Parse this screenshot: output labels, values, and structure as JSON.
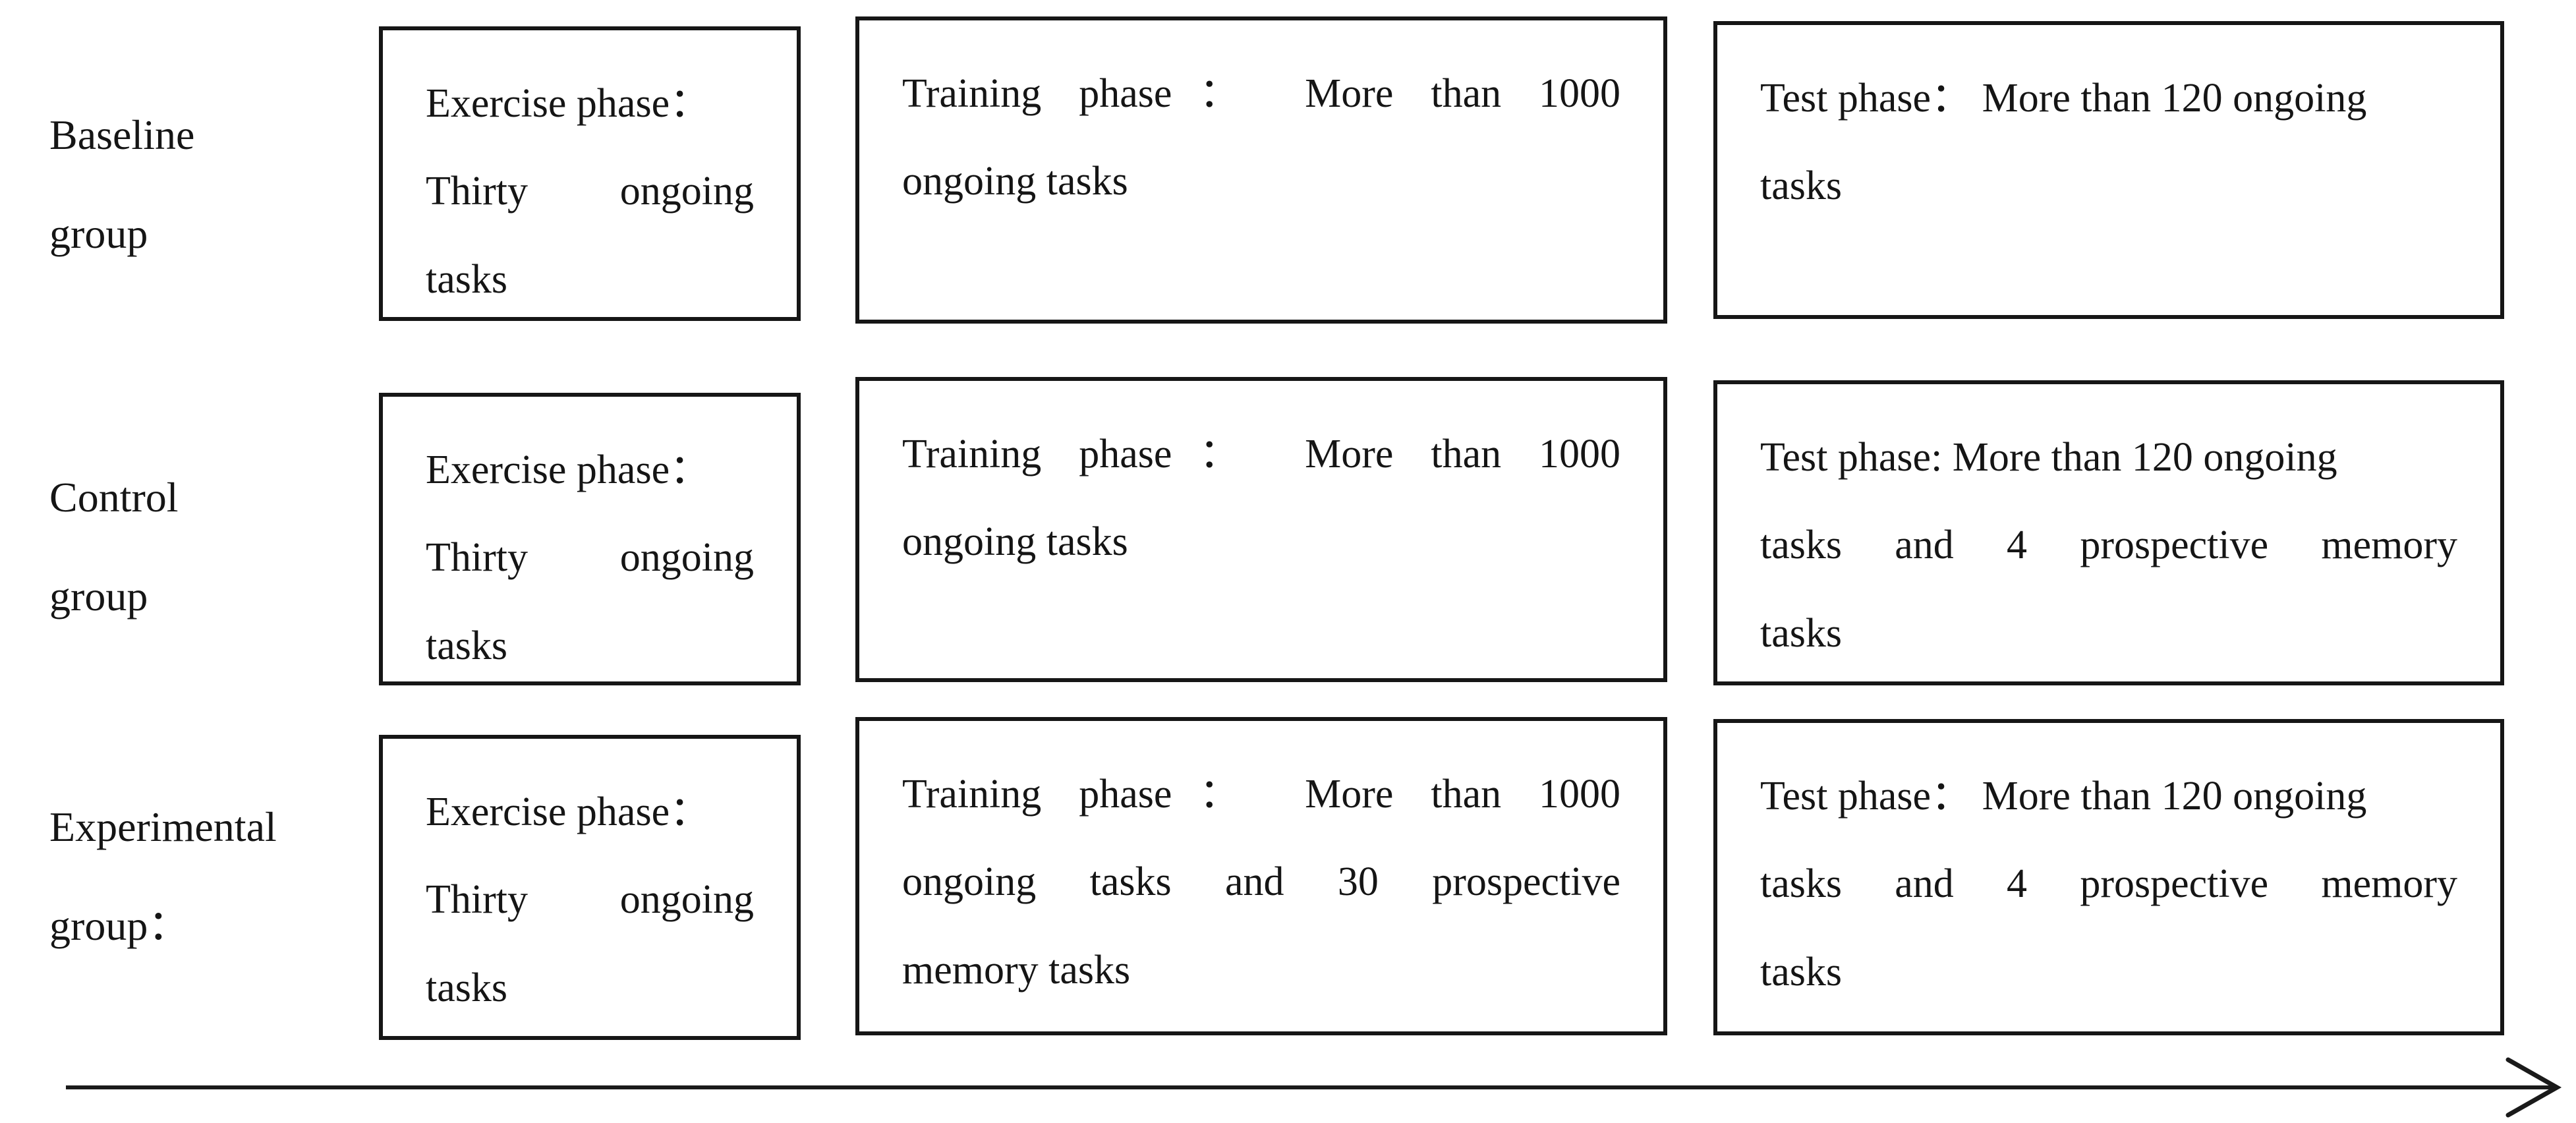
{
  "page": {
    "background_color": "#ffffff",
    "text_color": "#151515",
    "border_color": "#161616",
    "arrow_color": "#1a1a1a"
  },
  "rows": [
    {
      "group_label_lines": [
        "Baseline",
        "group"
      ],
      "exercise": {
        "lines": [
          "Exercise phase：",
          "Thirty ongoing",
          "tasks"
        ]
      },
      "training": {
        "lines": [
          "Training phase： More than 1000",
          "ongoing tasks"
        ]
      },
      "test": {
        "lines": [
          "Test phase： More than 120 ongoing",
          "tasks"
        ]
      }
    },
    {
      "group_label_lines": [
        "Control",
        "group"
      ],
      "exercise": {
        "lines": [
          "Exercise phase：",
          "Thirty ongoing",
          "tasks"
        ]
      },
      "training": {
        "lines": [
          "Training phase： More than 1000",
          "ongoing tasks"
        ]
      },
      "test": {
        "lines": [
          "Test phase: More than 120 ongoing",
          "tasks and 4 prospective memory",
          "tasks"
        ]
      }
    },
    {
      "group_label_lines": [
        "Experimental",
        "group："
      ],
      "exercise": {
        "lines": [
          "Exercise phase：",
          "Thirty ongoing",
          "tasks"
        ]
      },
      "training": {
        "lines": [
          "Training phase： More than 1000",
          "ongoing tasks and 30 prospective",
          "memory tasks"
        ]
      },
      "test": {
        "lines": [
          "Test phase： More than 120 ongoing",
          "tasks and 4 prospective memory",
          "tasks"
        ]
      }
    }
  ],
  "timeline_arrow": {
    "direction": "right"
  }
}
